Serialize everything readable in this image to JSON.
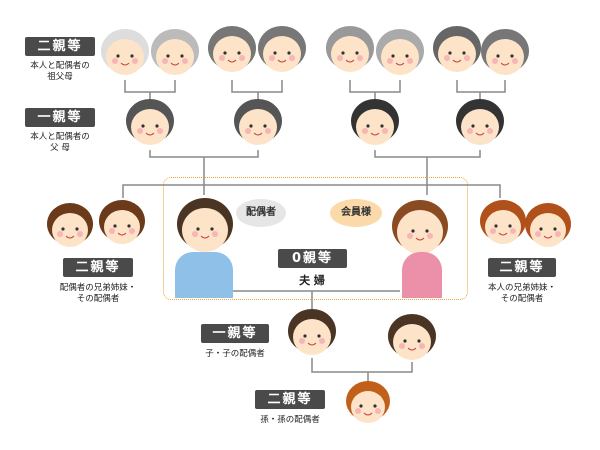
{
  "levels": {
    "grandparents": {
      "badge": "二親等",
      "caption_1": "本人と配偶者の",
      "caption_2": "祖父母"
    },
    "parents": {
      "badge": "一親等",
      "caption_1": "本人と配偶者の",
      "caption_2": "父 母"
    },
    "spouse_siblings": {
      "badge": "二親等",
      "caption_1": "配偶者の兄弟姉妹・",
      "caption_2": "その配偶者"
    },
    "couple": {
      "badge": "0親等",
      "caption": "夫 婦"
    },
    "own_siblings": {
      "badge": "二親等",
      "caption_1": "本人の兄弟姉妹・",
      "caption_2": "その配偶者"
    },
    "children": {
      "badge": "一親等",
      "caption": "子・子の配偶者"
    },
    "grandchildren": {
      "badge": "二親等",
      "caption": "孫・孫の配偶者"
    }
  },
  "bubbles": {
    "spouse": "配偶者",
    "member": "会員様"
  },
  "colors": {
    "badge": "#4a4a4a",
    "dotted_border": "#e8a530",
    "line": "#888888",
    "skin": "#fde3c8",
    "spouse_shirt": "#8fc1e8",
    "member_shirt": "#ec8fa8",
    "bubble_gray": "#e6e6e6",
    "bubble_orange": "#fbd9a8"
  }
}
